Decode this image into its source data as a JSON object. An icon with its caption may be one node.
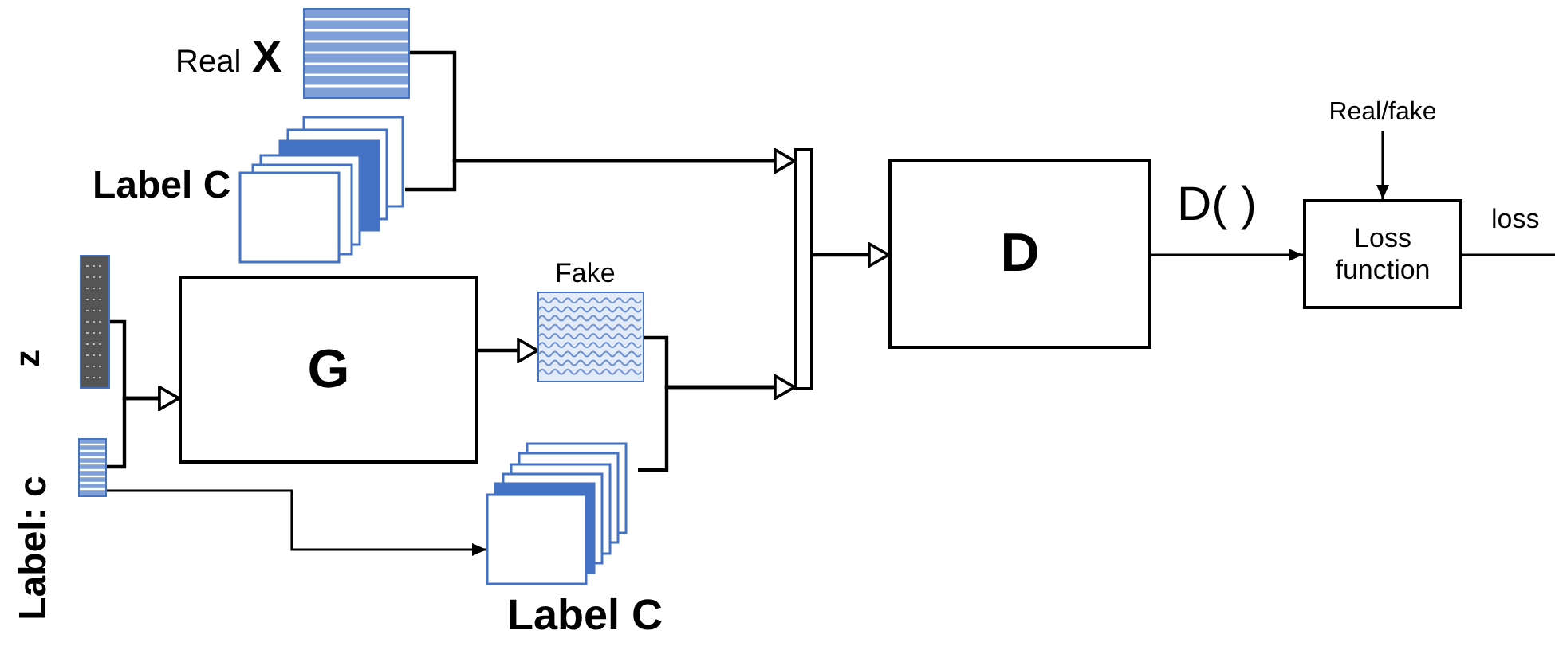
{
  "diagram": {
    "nodes": [
      {
        "text": [],
        "shape": "picture",
        "beside": [
          "Real",
          "X"
        ]
      },
      {
        "text": [],
        "shape": "box",
        "beside": [
          "Label C"
        ]
      },
      {
        "text": [],
        "shape": "bar"
      },
      {
        "text": [],
        "shape": "bar",
        "beside": [
          "z"
        ]
      },
      {
        "text": [],
        "shape": "bar",
        "beside": [
          "Label: c"
        ]
      },
      {
        "text": [
          "G"
        ]
      },
      {
        "text": [],
        "shape": "picture",
        "beside": [
          "Fake"
        ]
      },
      {
        "text": [],
        "shape": "box",
        "beside": [
          "Label C"
        ]
      },
      {
        "text": [
          "D"
        ]
      },
      {
        "text": [
          "Loss function"
        ]
      },
      {
        "text": [
          "Real/fake"
        ]
      }
    ],
    "edges": [
      {
        "from": 0,
        "to": 2,
        "arrow": "to"
      },
      {
        "from": 1,
        "to": 2,
        "arrow": "to"
      },
      {
        "from": 3,
        "to": 5,
        "arrow": "to"
      },
      {
        "from": 4,
        "to": 5,
        "arrow": "to"
      },
      {
        "from": 5,
        "to": 6,
        "arrow": "to"
      },
      {
        "from": 4,
        "to": 7,
        "arrow": "to"
      },
      {
        "from": 6,
        "to": 2,
        "arrow": "to"
      },
      {
        "from": 7,
        "to": 2,
        "arrow": "to"
      },
      {
        "from": 2,
        "to": 8,
        "arrow": "to"
      },
      {
        "from": 8,
        "to": 9,
        "arrow": "to",
        "label": "D( )"
      },
      {
        "from": 10,
        "to": 9,
        "arrow": "to"
      },
      {
        "from": 9,
        "to": null,
        "arrow": "none",
        "label": "loss"
      }
    ]
  }
}
